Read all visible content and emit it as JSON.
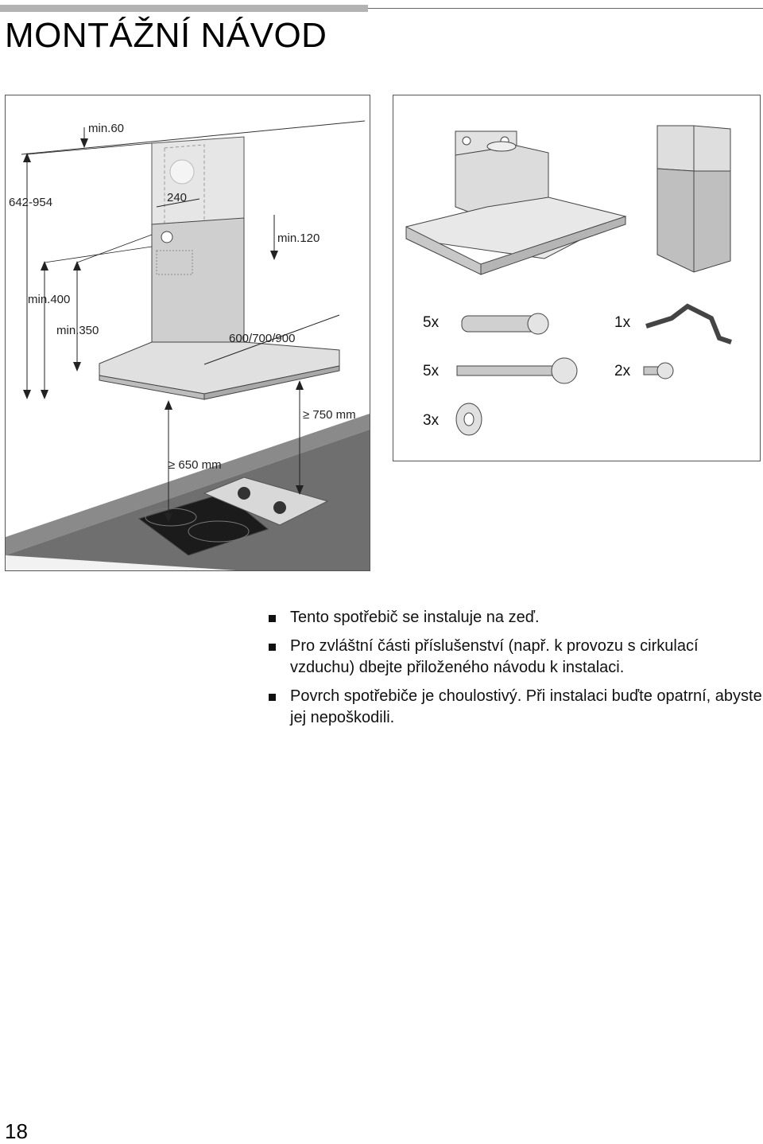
{
  "header": {
    "title": "MONTÁŽNÍ NÁVOD"
  },
  "diagram": {
    "dims": {
      "min60": "min.60",
      "range642_954": "642-954",
      "d240": "240",
      "min120": "min.120",
      "min400": "min.400",
      "min350": "min.350",
      "widths": "600/700/900",
      "geq750": "≥ 750 mm",
      "geq650": "≥ 650 mm"
    }
  },
  "parts": {
    "anchors_qty": "5x",
    "bracket_qty": "1x",
    "screws_qty": "5x",
    "small_screws_qty": "2x",
    "washers_qty": "3x"
  },
  "notes": [
    "Tento spotřebič se instaluje na zeď.",
    "Pro zvláštní části příslušenství (např. k provozu s cirkulací vzduchu) dbejte přiloženého návodu k instalaci.",
    "Povrch spotřebiče je choulostivý. Při instalaci buďte opatrní, abyste jej nepoškodili."
  ],
  "footer": {
    "page_number": "18"
  }
}
